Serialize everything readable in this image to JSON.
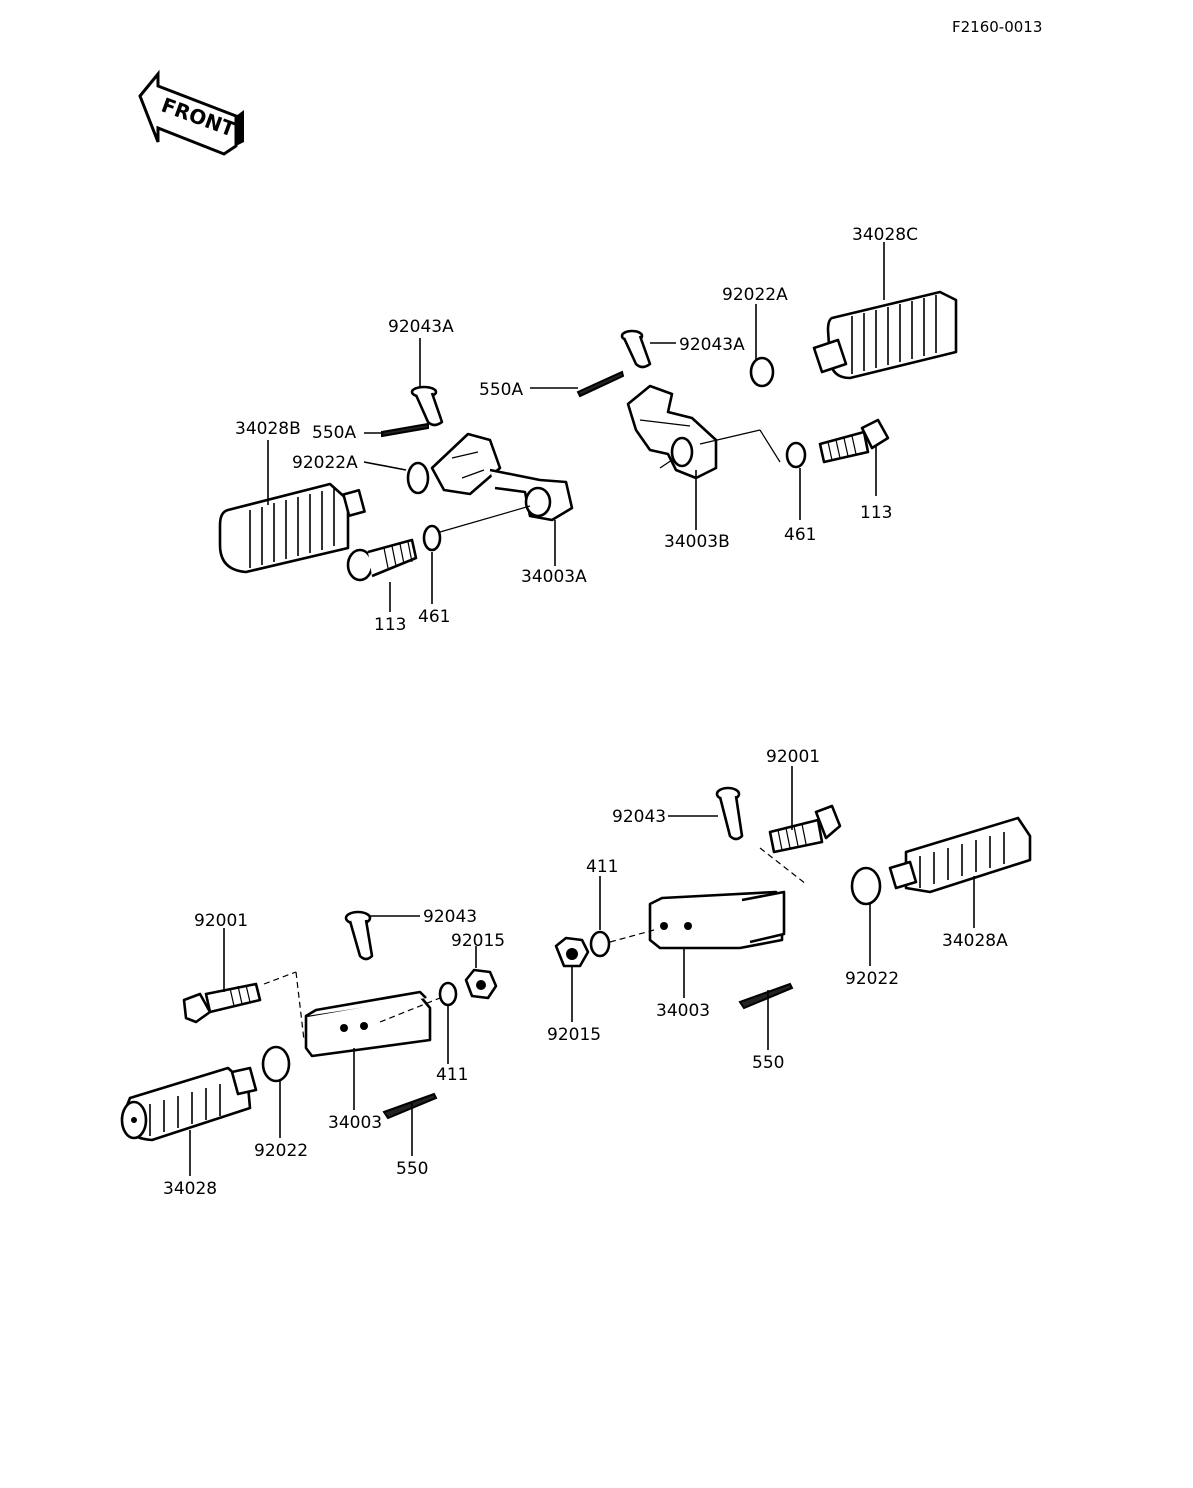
{
  "figure_code": "F2160-0013",
  "front_arrow_text": "FRONT",
  "labels": {
    "top_92043A_left": "92043A",
    "top_550A_left": "550A",
    "top_34028B": "34028B",
    "top_92022A_left": "92022A",
    "top_113_left": "113",
    "top_461_left": "461",
    "top_34003A": "34003A",
    "top_550A_right": "550A",
    "top_92043A_right": "92043A",
    "top_92022A_right": "92022A",
    "top_34028C": "34028C",
    "top_34003B": "34003B",
    "top_461_right": "461",
    "top_113_right": "113",
    "bot_92001_right": "92001",
    "bot_92043_right": "92043",
    "bot_411_right": "411",
    "bot_92015_right": "92015",
    "bot_34003_right": "34003",
    "bot_550_right": "550",
    "bot_92022_right": "92022",
    "bot_34028A": "34028A",
    "bot_92001_left": "92001",
    "bot_92043_left": "92043",
    "bot_92015_left": "92015",
    "bot_411_left": "411",
    "bot_34003_left": "34003",
    "bot_550_left": "550",
    "bot_92022_left": "92022",
    "bot_34028": "34028"
  }
}
